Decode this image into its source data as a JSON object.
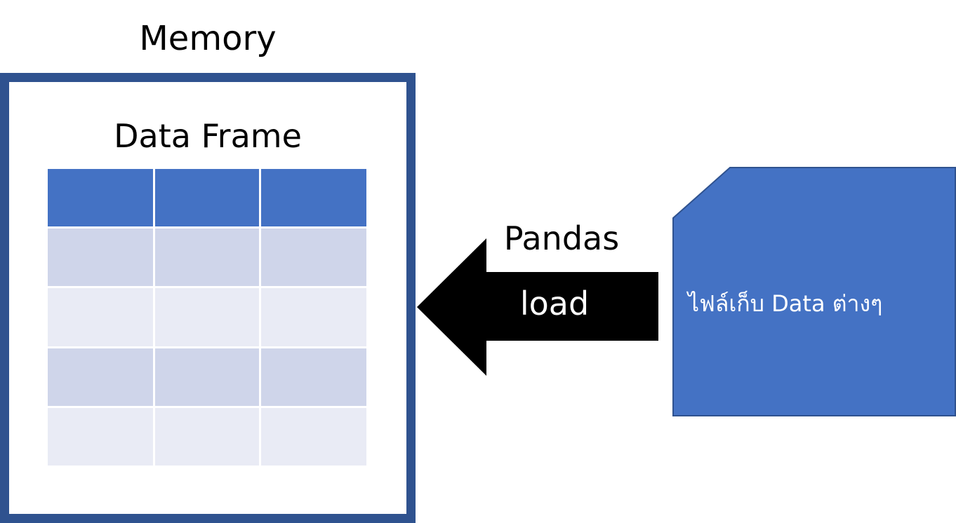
{
  "diagram": {
    "memory_label": "Memory",
    "dataframe_label": "Data Frame",
    "arrow_top_label": "Pandas",
    "arrow_label": "load",
    "file_label": "ไฟล์เก็บ Data ต่างๆ",
    "table": {
      "columns": 3,
      "rows": [
        {
          "style": "header"
        },
        {
          "style": "band-dark"
        },
        {
          "style": "band-light"
        },
        {
          "style": "band-dark"
        },
        {
          "style": "band-light"
        }
      ]
    },
    "colors": {
      "memory_border": "#2f528f",
      "table_header": "#4472c4",
      "table_band_dark": "#cfd5ea",
      "table_band_light": "#e9ebf5",
      "arrow": "#000000",
      "file_fill": "#4472c4",
      "file_stroke": "#2f528f"
    }
  }
}
